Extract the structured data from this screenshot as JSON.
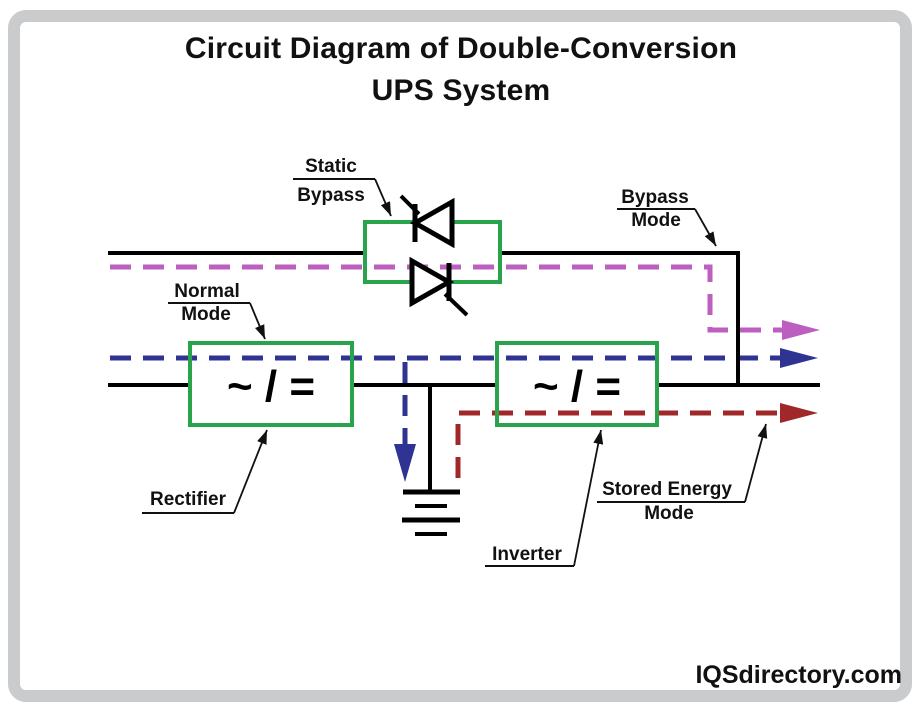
{
  "title": {
    "line1": "Circuit Diagram of Double-Conversion",
    "line2": "UPS System"
  },
  "watermark": "IQSdirectory.com",
  "colors": {
    "frame": "#c9cbcd",
    "wire": "#000000",
    "component_box": "#2aa44c",
    "bypass_mode": "#bc5fbe",
    "normal_mode": "#2f3392",
    "stored_energy_mode": "#a02828"
  },
  "components": {
    "static_bypass": {
      "label_line1": "Static",
      "label_line2": "Bypass"
    },
    "rectifier": {
      "label": "Rectifier",
      "symbol": "~ / ="
    },
    "inverter": {
      "label": "Inverter",
      "symbol": "~ / ="
    }
  },
  "modes": {
    "bypass": {
      "label_line1": "Bypass",
      "label_line2": "Mode",
      "color": "#bc5fbe"
    },
    "normal": {
      "label_line1": "Normal",
      "label_line2": "Mode",
      "color": "#2f3392"
    },
    "stored_energy": {
      "label_line1": "Stored Energy",
      "label_line2": "Mode",
      "color": "#a02828"
    }
  }
}
